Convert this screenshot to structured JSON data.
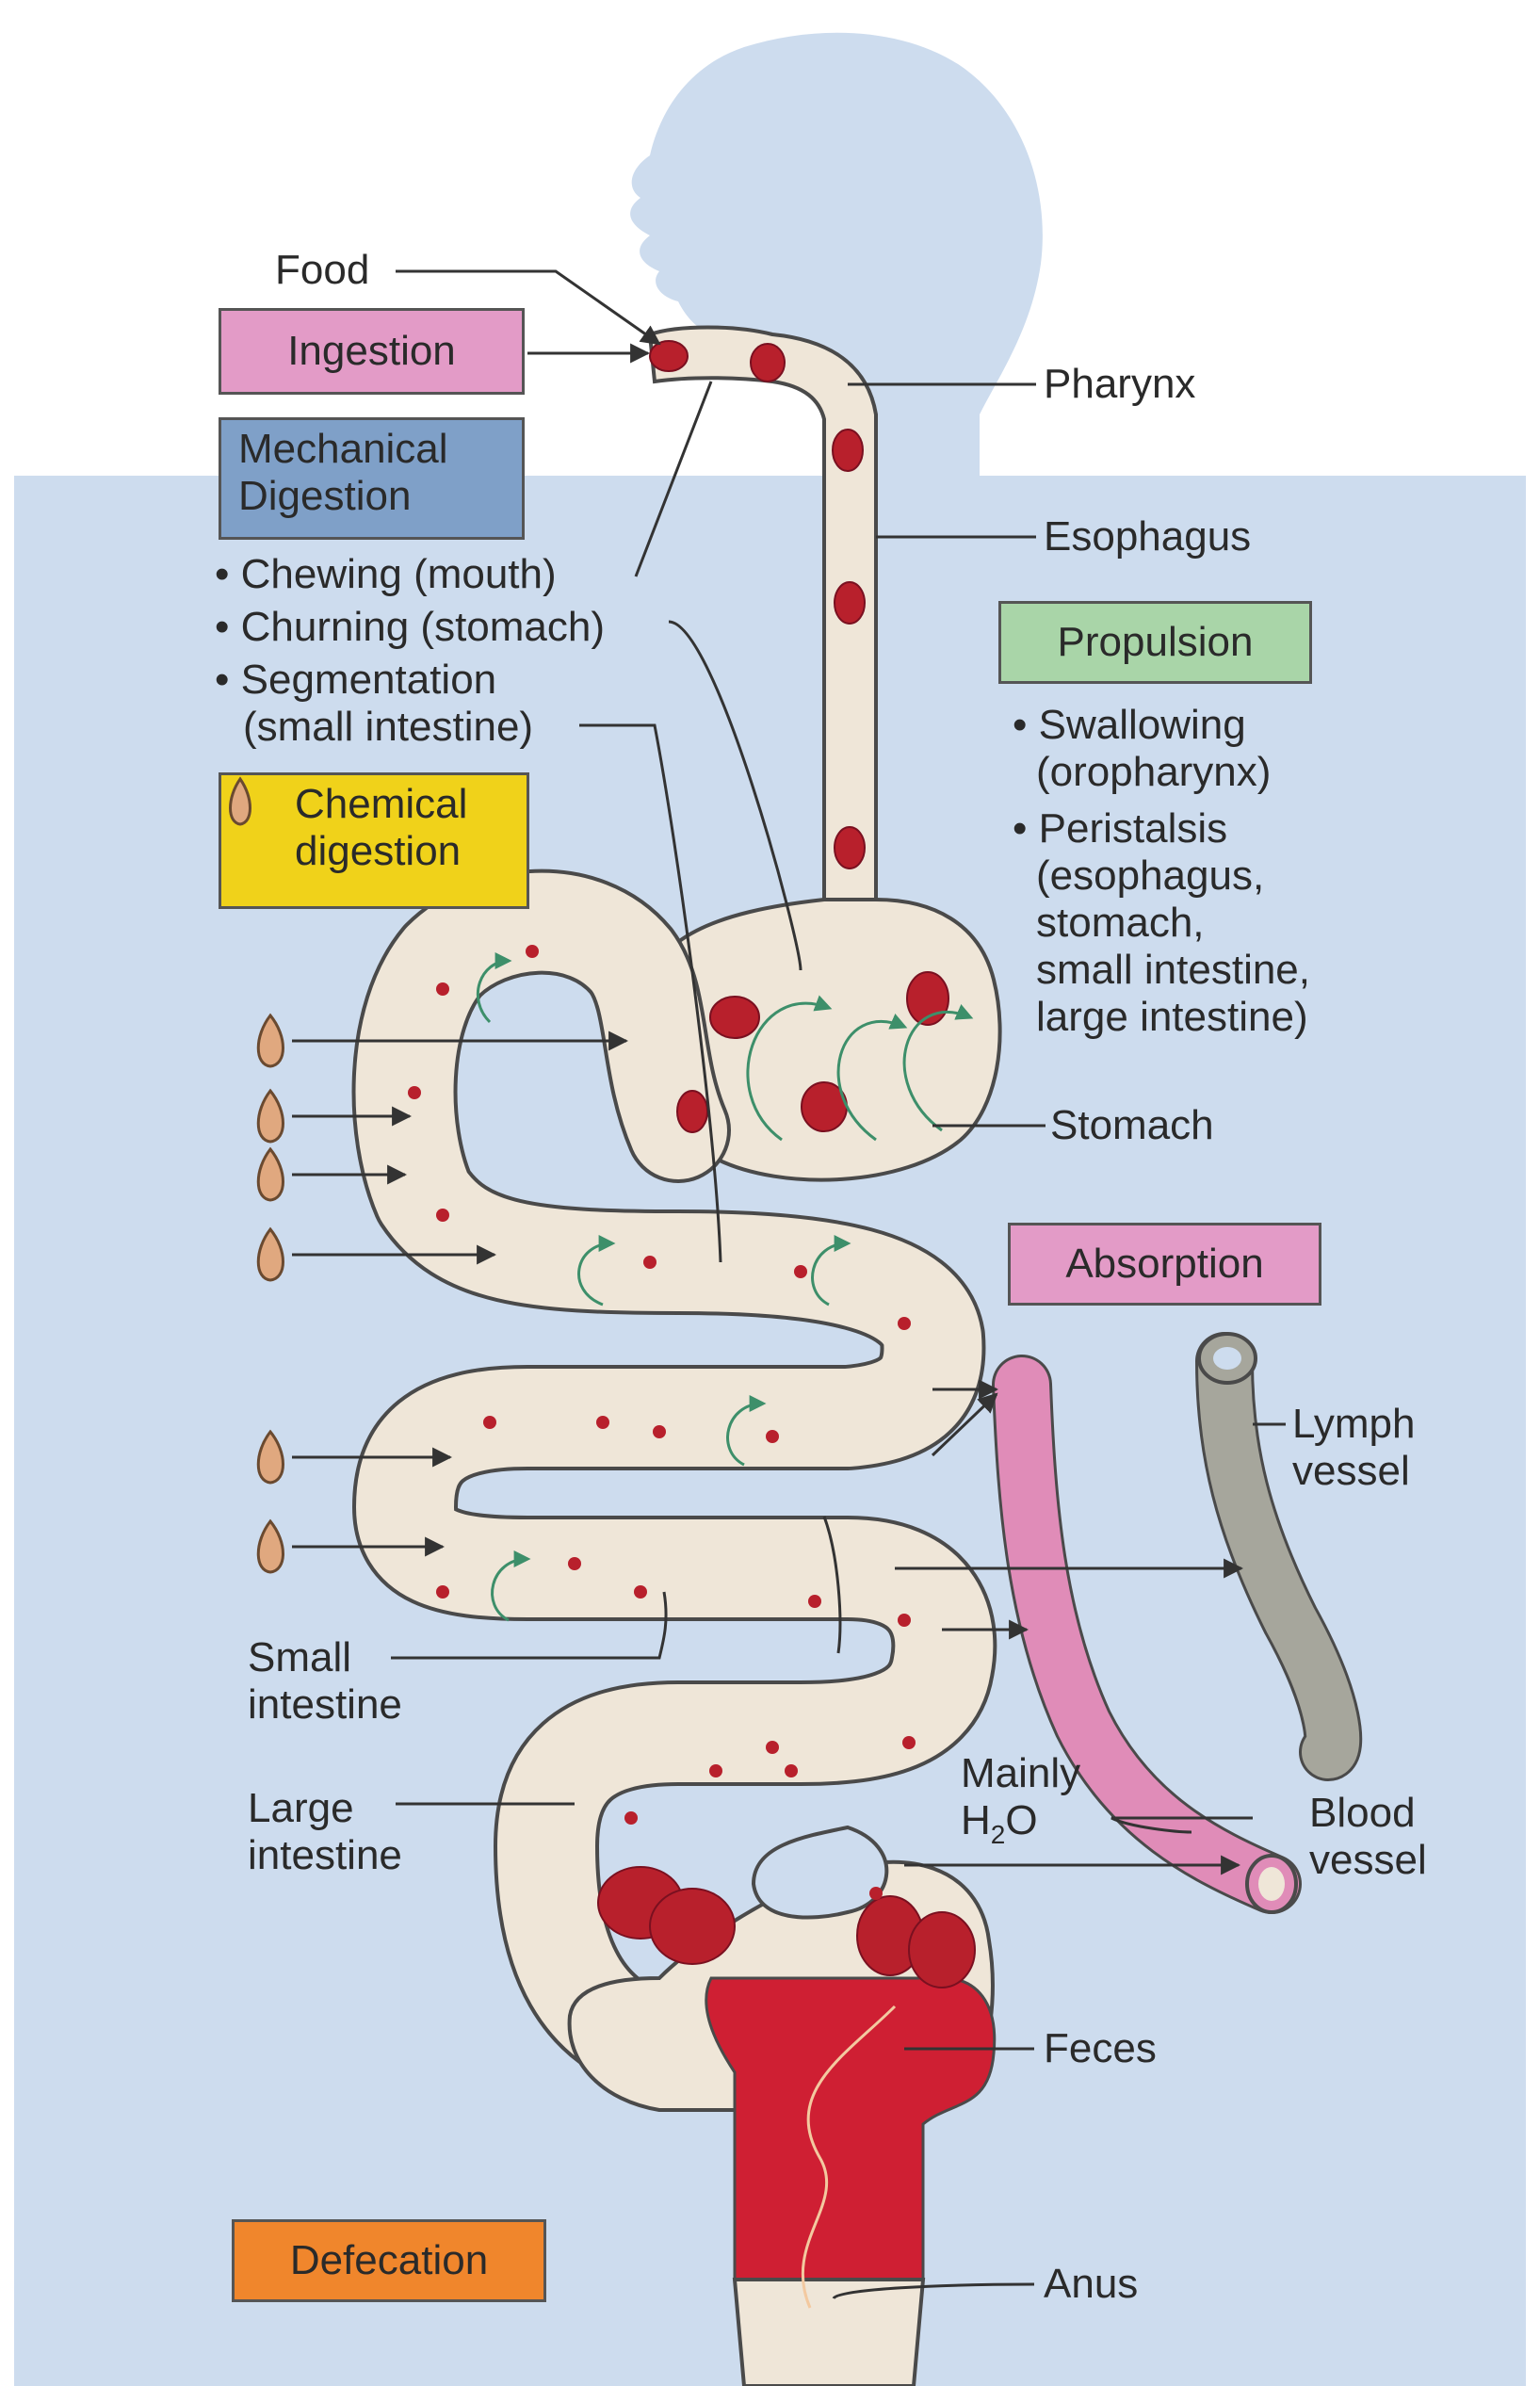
{
  "labels": {
    "food": "Food",
    "pharynx": "Pharynx",
    "esophagus": "Esophagus",
    "stomach": "Stomach",
    "lymph_vessel_1": "Lymph",
    "lymph_vessel_2": "vessel",
    "blood_vessel_1": "Blood",
    "blood_vessel_2": "vessel",
    "small_intestine_1": "Small",
    "small_intestine_2": "intestine",
    "large_intestine_1": "Large",
    "large_intestine_2": "intestine",
    "mainly_1": "Mainly",
    "mainly_2a": "H",
    "mainly_2sub": "2",
    "mainly_2b": "O",
    "feces": "Feces",
    "anus": "Anus"
  },
  "boxes": {
    "ingestion": "Ingestion",
    "mechanical_1": "Mechanical",
    "mechanical_2": "Digestion",
    "chemical_1": "Chemical",
    "chemical_2": "digestion",
    "propulsion": "Propulsion",
    "absorption": "Absorption",
    "defecation": "Defecation"
  },
  "mechanical_list": {
    "chewing": "• Chewing (mouth)",
    "churning": "• Churning (stomach)",
    "segmentation_1": "• Segmentation",
    "segmentation_2": "(small intestine)"
  },
  "propulsion_list": {
    "swallowing_1": "• Swallowing",
    "swallowing_2": "(oropharynx)",
    "peristalsis_1": "• Peristalsis",
    "peristalsis_2": "(esophagus,",
    "peristalsis_3": "stomach,",
    "peristalsis_4": "small intestine,",
    "peristalsis_5": "large intestine)"
  },
  "colors": {
    "background": "#cddcee",
    "tract_fill": "#efe6d8",
    "tract_stroke": "#4a4a4a",
    "food_particle": "#b8202c",
    "feces": "#cf1f33",
    "blood_vessel": "#e08cb8",
    "lymph_vessel": "#a6a69c",
    "peristalsis_arrow": "#3d8f6a",
    "enzyme_drop": "#e0a87f"
  }
}
